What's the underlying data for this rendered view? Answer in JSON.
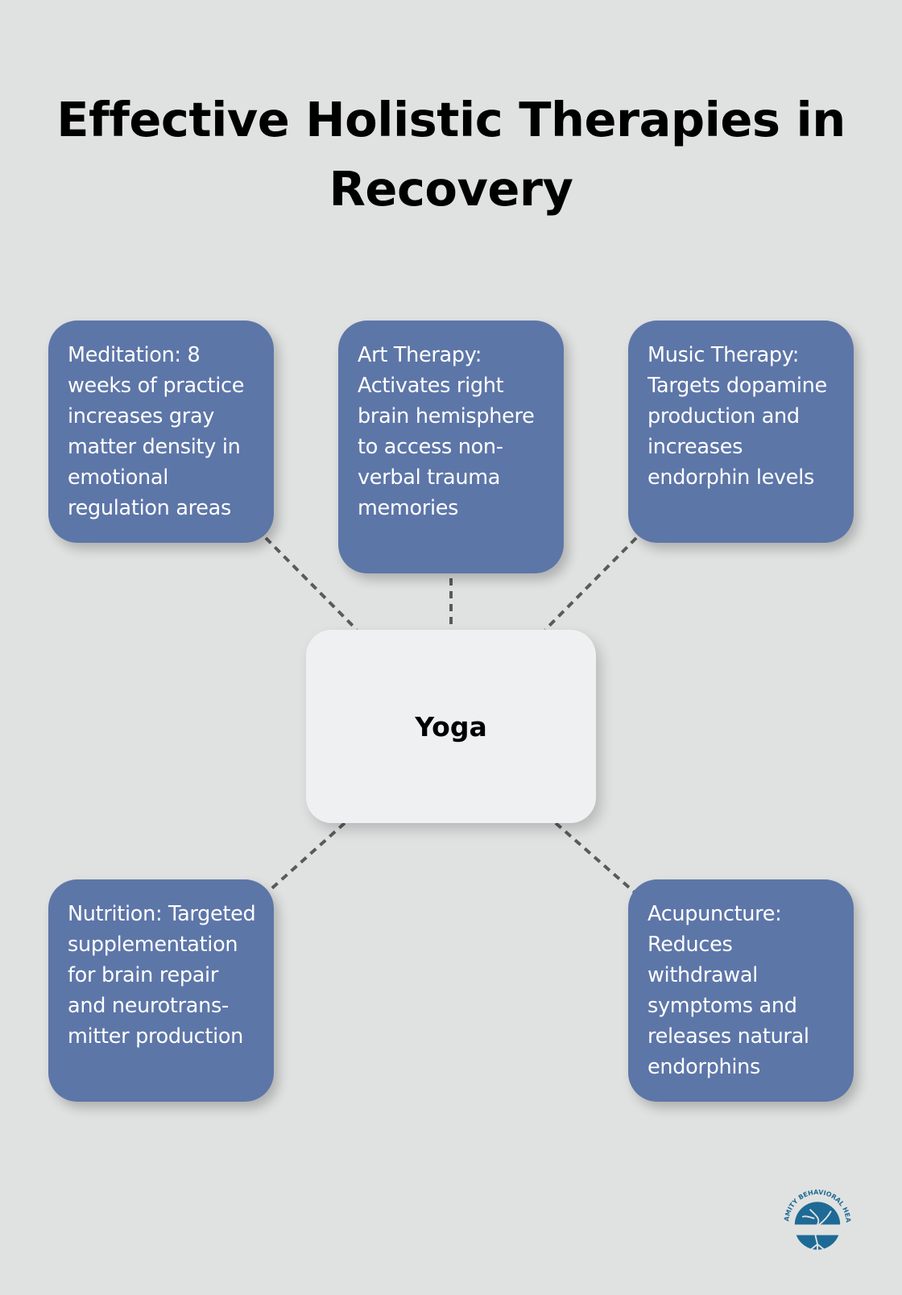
{
  "title": "Effective Holistic Therapies in Recovery",
  "center": {
    "label": "Yoga"
  },
  "nodes": [
    {
      "id": "meditation",
      "text": "Meditation: 8 weeks of practice increases gray matter density in emotional regulation areas"
    },
    {
      "id": "art-therapy",
      "text": "Art Therapy: Activates right brain hemisphere to access non-verbal trauma memories"
    },
    {
      "id": "music-therapy",
      "text": "Music Therapy: Targets dopamine production and increases endorphin levels"
    },
    {
      "id": "nutrition",
      "text": "Nutrition: Targeted supplementation for brain repair and neurotrans-mitter production"
    },
    {
      "id": "acupuncture",
      "text": "Acupuncture: Reduces withdrawal symptoms and releases natural endorphins"
    }
  ],
  "logo": {
    "name": "AMITY BEHAVIORAL HEALTH NETWORK",
    "color": "#1e6a96"
  },
  "colors": {
    "node": "#5d76a8",
    "center": "#eff0f2",
    "background": "#e0e2e1",
    "connector": "#5a5a5a"
  }
}
